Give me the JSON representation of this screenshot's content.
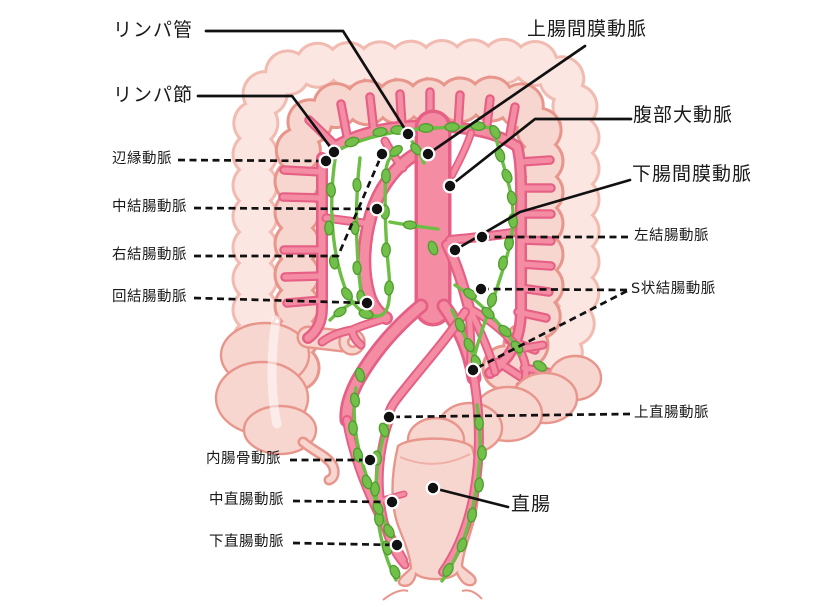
{
  "labels": {
    "lymph_vessel": "リンパ管",
    "lymph_node": "リンパ節",
    "superior_mesenteric_artery": "上腸間膜動脈",
    "abdominal_aorta": "腹部大動脈",
    "inferior_mesenteric_artery": "下腸間膜動脈",
    "marginal_artery": "辺縁動脈",
    "middle_colic_artery": "中結腸動脈",
    "right_colic_artery": "右結腸動脈",
    "ileocolic_artery": "回結腸動脈",
    "left_colic_artery": "左結腸動脈",
    "sigmoid_arteries": "S状結腸動脈",
    "superior_rectal_artery": "上直腸動脈",
    "internal_iliac_artery": "内腸骨動脈",
    "middle_rectal_artery": "中直腸動脈",
    "inferior_rectal_artery": "下直腸動脈",
    "rectum": "直腸"
  },
  "palette": {
    "artery_fill": "#F48CA4",
    "artery_outline": "#E56084",
    "lymph_green": "#6CBE45",
    "lymph_node_fill": "#72C04A",
    "colon_fill": "#F7D6CF",
    "colon_outline": "#E8968C",
    "colon_outer_fill": "#FBE6E1",
    "colon_outer_outline": "#F2BBB1",
    "leader_line": "#111111",
    "background": "#FFFFFF"
  }
}
